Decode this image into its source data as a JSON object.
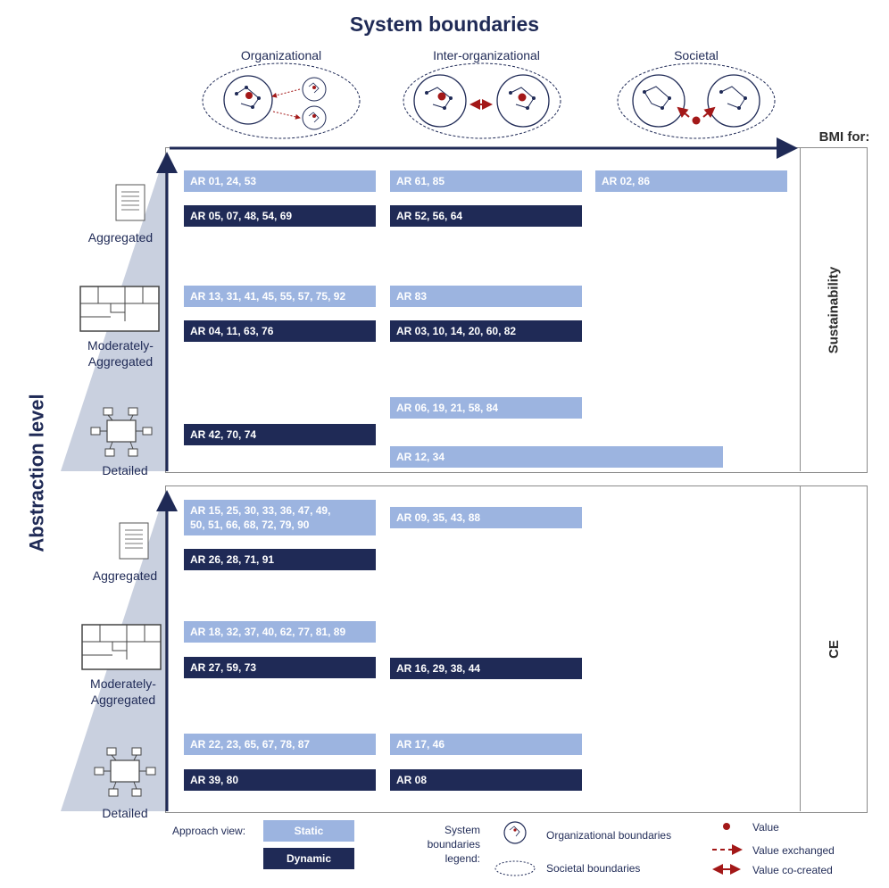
{
  "title": "System boundaries",
  "columns": [
    {
      "label": "Organizational"
    },
    {
      "label": "Inter-organizational"
    },
    {
      "label": "Societal"
    }
  ],
  "bmi_for": "BMI for:",
  "panels": [
    {
      "side_label": "Sustainability",
      "levels": [
        {
          "label_lines": [
            "Aggregated"
          ],
          "icon": "document-icon"
        },
        {
          "label_lines": [
            "Moderately-",
            "Aggregated"
          ],
          "icon": "floorplan-icon"
        },
        {
          "label_lines": [
            "Detailed"
          ],
          "icon": "network-nodes-icon"
        }
      ],
      "bars": [
        {
          "text": "AR 01, 24, 53",
          "type": "static",
          "col": 0
        },
        {
          "text": "AR 61, 85",
          "type": "static",
          "col": 1
        },
        {
          "text": "AR 02, 86",
          "type": "static",
          "col": 2
        },
        {
          "text": "AR 05, 07, 48, 54, 69",
          "type": "dynamic",
          "col": 0
        },
        {
          "text": "AR 52, 56, 64",
          "type": "dynamic",
          "col": 1
        },
        {
          "text": "AR 13, 31, 41, 45, 55, 57, 75, 92",
          "type": "static",
          "col": 0
        },
        {
          "text": "AR 83",
          "type": "static",
          "col": 1
        },
        {
          "text": "AR 04, 11, 63, 76",
          "type": "dynamic",
          "col": 0
        },
        {
          "text": "AR 03, 10, 14, 20, 60, 82",
          "type": "dynamic",
          "col": 1
        },
        {
          "text": "AR 06, 19, 21, 58, 84",
          "type": "static",
          "col": 1
        },
        {
          "text": "AR 42, 70, 74",
          "type": "dynamic",
          "col": 0
        },
        {
          "text": "AR 12, 34",
          "type": "static",
          "col": 1
        }
      ]
    },
    {
      "side_label": "CE",
      "levels": [
        {
          "label_lines": [
            "Aggregated"
          ],
          "icon": "document-icon"
        },
        {
          "label_lines": [
            "Moderately-",
            "Aggregated"
          ],
          "icon": "floorplan-icon"
        },
        {
          "label_lines": [
            "Detailed"
          ],
          "icon": "network-nodes-icon"
        }
      ],
      "bars": [
        {
          "text_lines": [
            "AR 15, 25,  30, 33, 36, 47, 49,",
            "50, 51, 66, 68, 72, 79, 90"
          ],
          "type": "static",
          "col": 0
        },
        {
          "text": "AR 09, 35, 43, 88",
          "type": "static",
          "col": 1
        },
        {
          "text": "AR 26, 28, 71, 91",
          "type": "dynamic",
          "col": 0
        },
        {
          "text": "AR 18, 32, 37, 40, 62, 77, 81, 89",
          "type": "static",
          "col": 0
        },
        {
          "text": "AR 27, 59, 73",
          "type": "dynamic",
          "col": 0
        },
        {
          "text": "AR 16, 29, 38, 44",
          "type": "dynamic",
          "col": 1
        },
        {
          "text": "AR 22, 23, 65, 67, 78, 87",
          "type": "static",
          "col": 0
        },
        {
          "text": "AR 17, 46",
          "type": "static",
          "col": 1
        },
        {
          "text": "AR 39, 80",
          "type": "dynamic",
          "col": 0
        },
        {
          "text": "AR 08",
          "type": "dynamic",
          "col": 1
        }
      ]
    }
  ],
  "y_axis_label": "Abstraction level",
  "legend": {
    "approach_view_label": "Approach view:",
    "static_label": "Static",
    "dynamic_label": "Dynamic",
    "system_boundaries_label_lines": [
      "System",
      "boundaries",
      "legend:"
    ],
    "organizational_boundaries": "Organizational boundaries",
    "societal_boundaries": "Societal boundaries",
    "value": "Value",
    "value_exchanged": "Value exchanged",
    "value_co_created": "Value co-created"
  },
  "colors": {
    "navy": "#1f2a56",
    "static": "#9cb4e0",
    "dynamic": "#1f2a56",
    "value_red": "#a31818",
    "wedge": "#c9d0df"
  }
}
